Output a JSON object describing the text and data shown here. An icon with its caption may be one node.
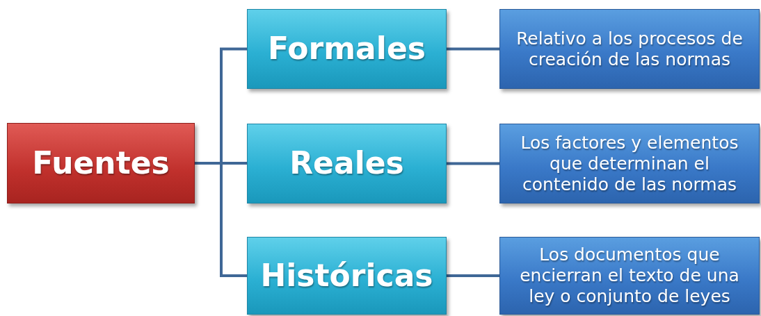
{
  "diagram": {
    "nodes": [
      {
        "text": [
          "Fuentes"
        ]
      },
      {
        "text": [
          "Formales"
        ]
      },
      {
        "text": [
          "Reales"
        ]
      },
      {
        "text": [
          "Históricas"
        ]
      },
      {
        "text": [
          "Relativo a los procesos de creación de las normas"
        ]
      },
      {
        "text": [
          "Los factores y elementos que determinan el contenido de las normas"
        ]
      },
      {
        "text": [
          "Los documentos que encierran el texto de una ley o conjunto de leyes"
        ]
      }
    ],
    "edges": [
      {
        "from": 0,
        "to": 1,
        "arrow": "none"
      },
      {
        "from": 0,
        "to": 2,
        "arrow": "none"
      },
      {
        "from": 0,
        "to": 3,
        "arrow": "none"
      },
      {
        "from": 1,
        "to": 4,
        "arrow": "none"
      },
      {
        "from": 2,
        "to": 5,
        "arrow": "none"
      },
      {
        "from": 3,
        "to": 6,
        "arrow": "none"
      }
    ]
  }
}
